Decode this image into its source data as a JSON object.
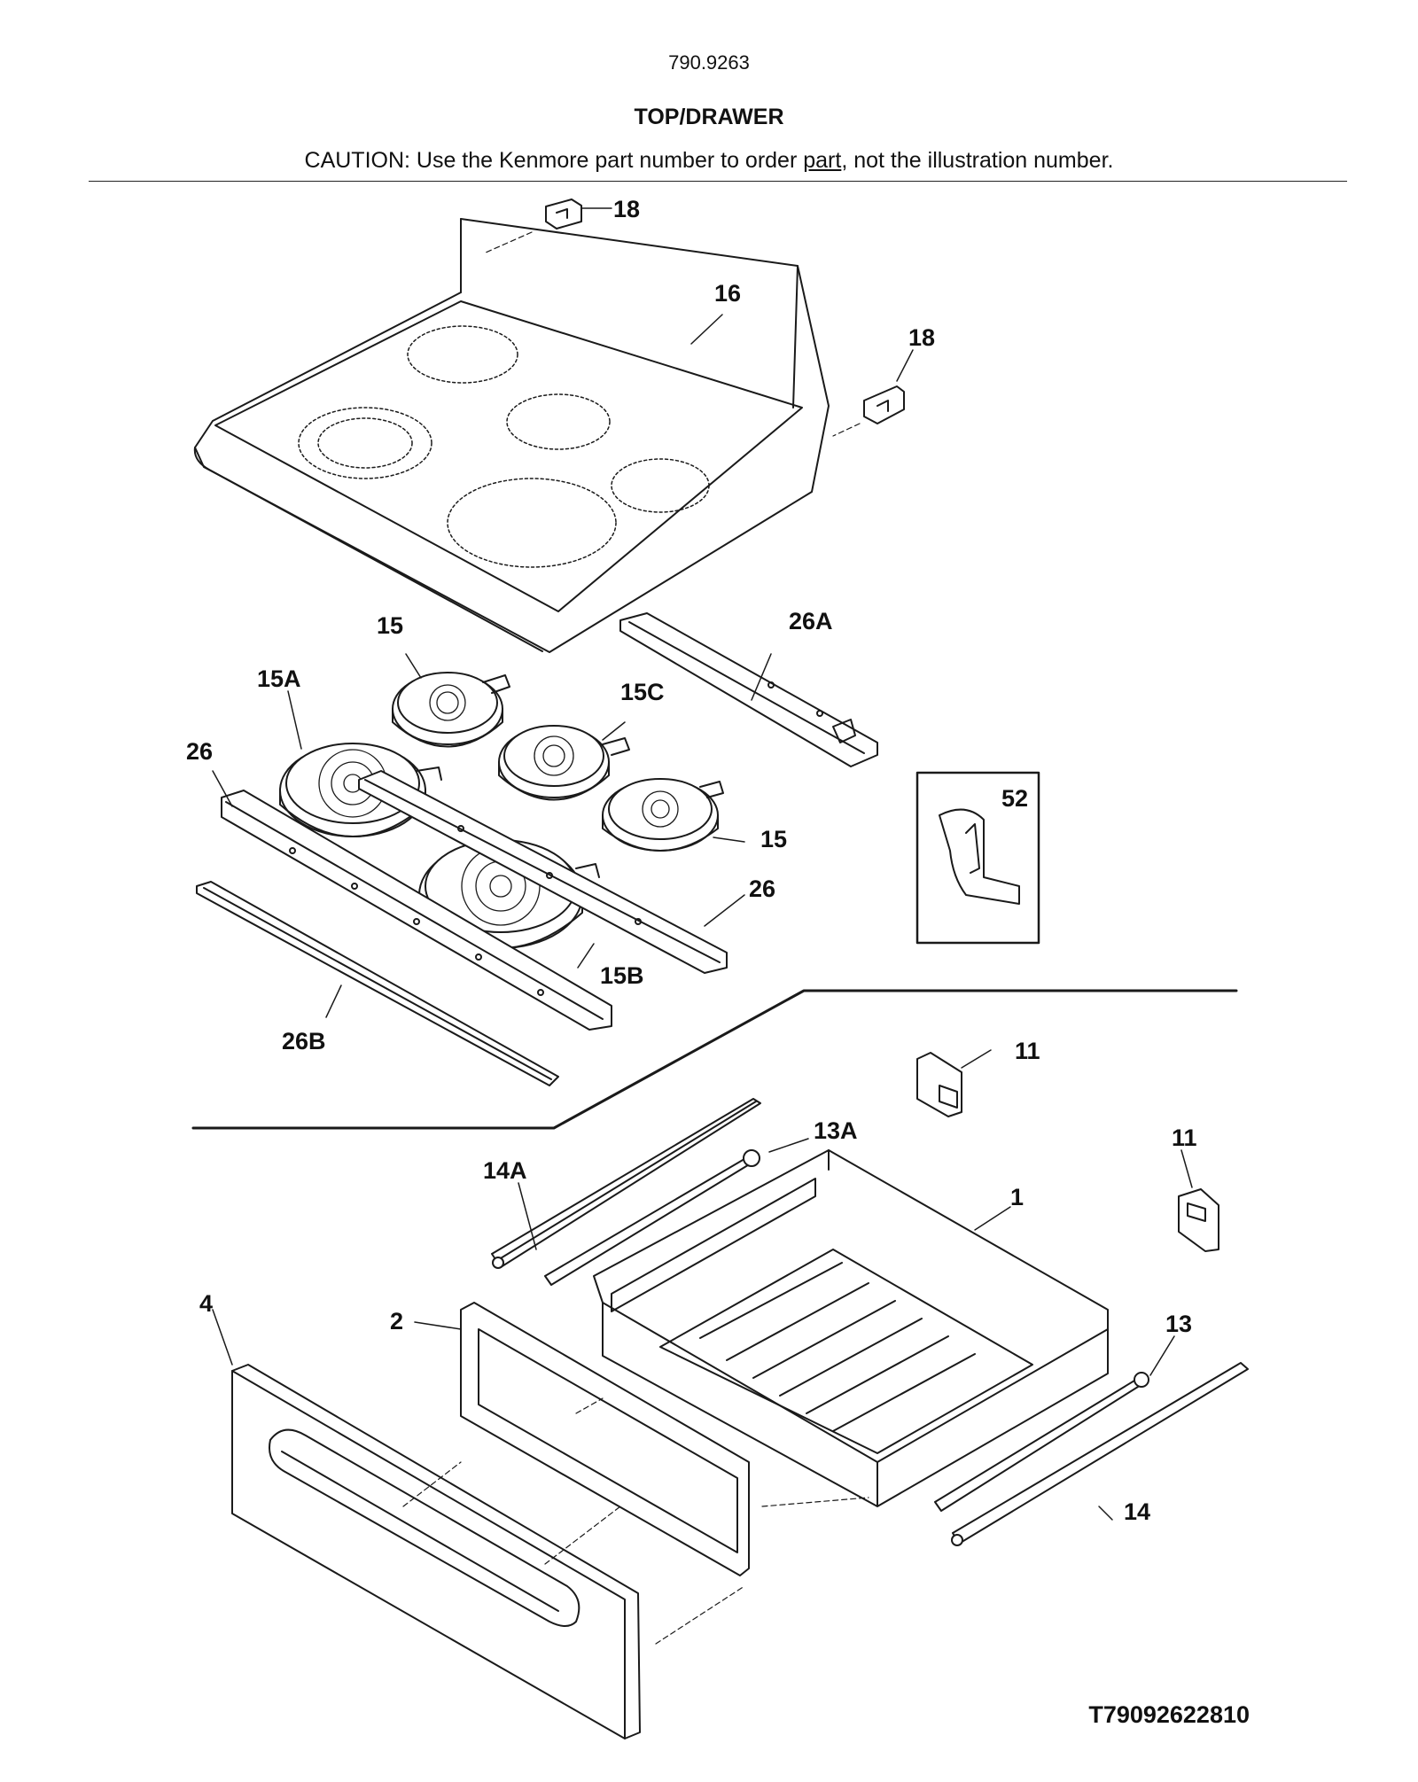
{
  "header": {
    "model": "790.9263",
    "title": "TOP/DRAWER",
    "caution_before": "CAUTION: Use the Kenmore part number to order ",
    "caution_link": "part",
    "caution_after": ", not the illustration number."
  },
  "callouts": {
    "c18a": "18",
    "c16": "16",
    "c18b": "18",
    "c15a": "15",
    "c26a_top": "26A",
    "c15A": "15A",
    "c15C": "15C",
    "c26_left": "26",
    "c52": "52",
    "c15b": "15",
    "c26_right": "26",
    "c15B": "15B",
    "c26B": "26B",
    "c11a": "11",
    "c13A": "13A",
    "c11b": "11",
    "c14A": "14A",
    "c1": "1",
    "c4": "4",
    "c2": "2",
    "c13": "13",
    "c14": "14"
  },
  "footer": {
    "code": "T79092622810"
  }
}
